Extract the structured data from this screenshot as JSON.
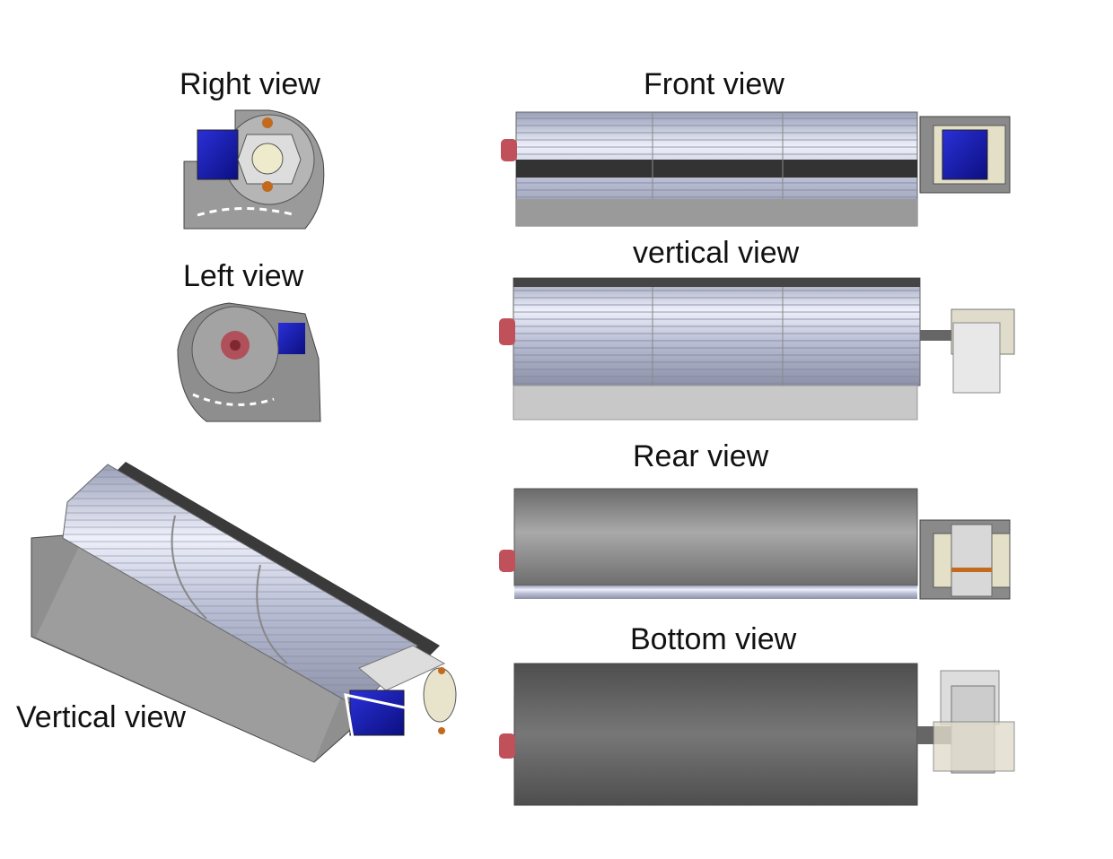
{
  "labels": {
    "right_view": "Right view",
    "front_view": "Front view",
    "vertical_view_top": "vertical view",
    "left_view": "Left view",
    "rear_view": "Rear view",
    "bottom_view": "Bottom view",
    "vertical_view_iso": "Vertical view"
  },
  "colors": {
    "motor_coil": "#1a1fb8",
    "housing": "#8a8a8a",
    "impeller": "#c8cce0",
    "shaft_cap": "#c0505a"
  }
}
